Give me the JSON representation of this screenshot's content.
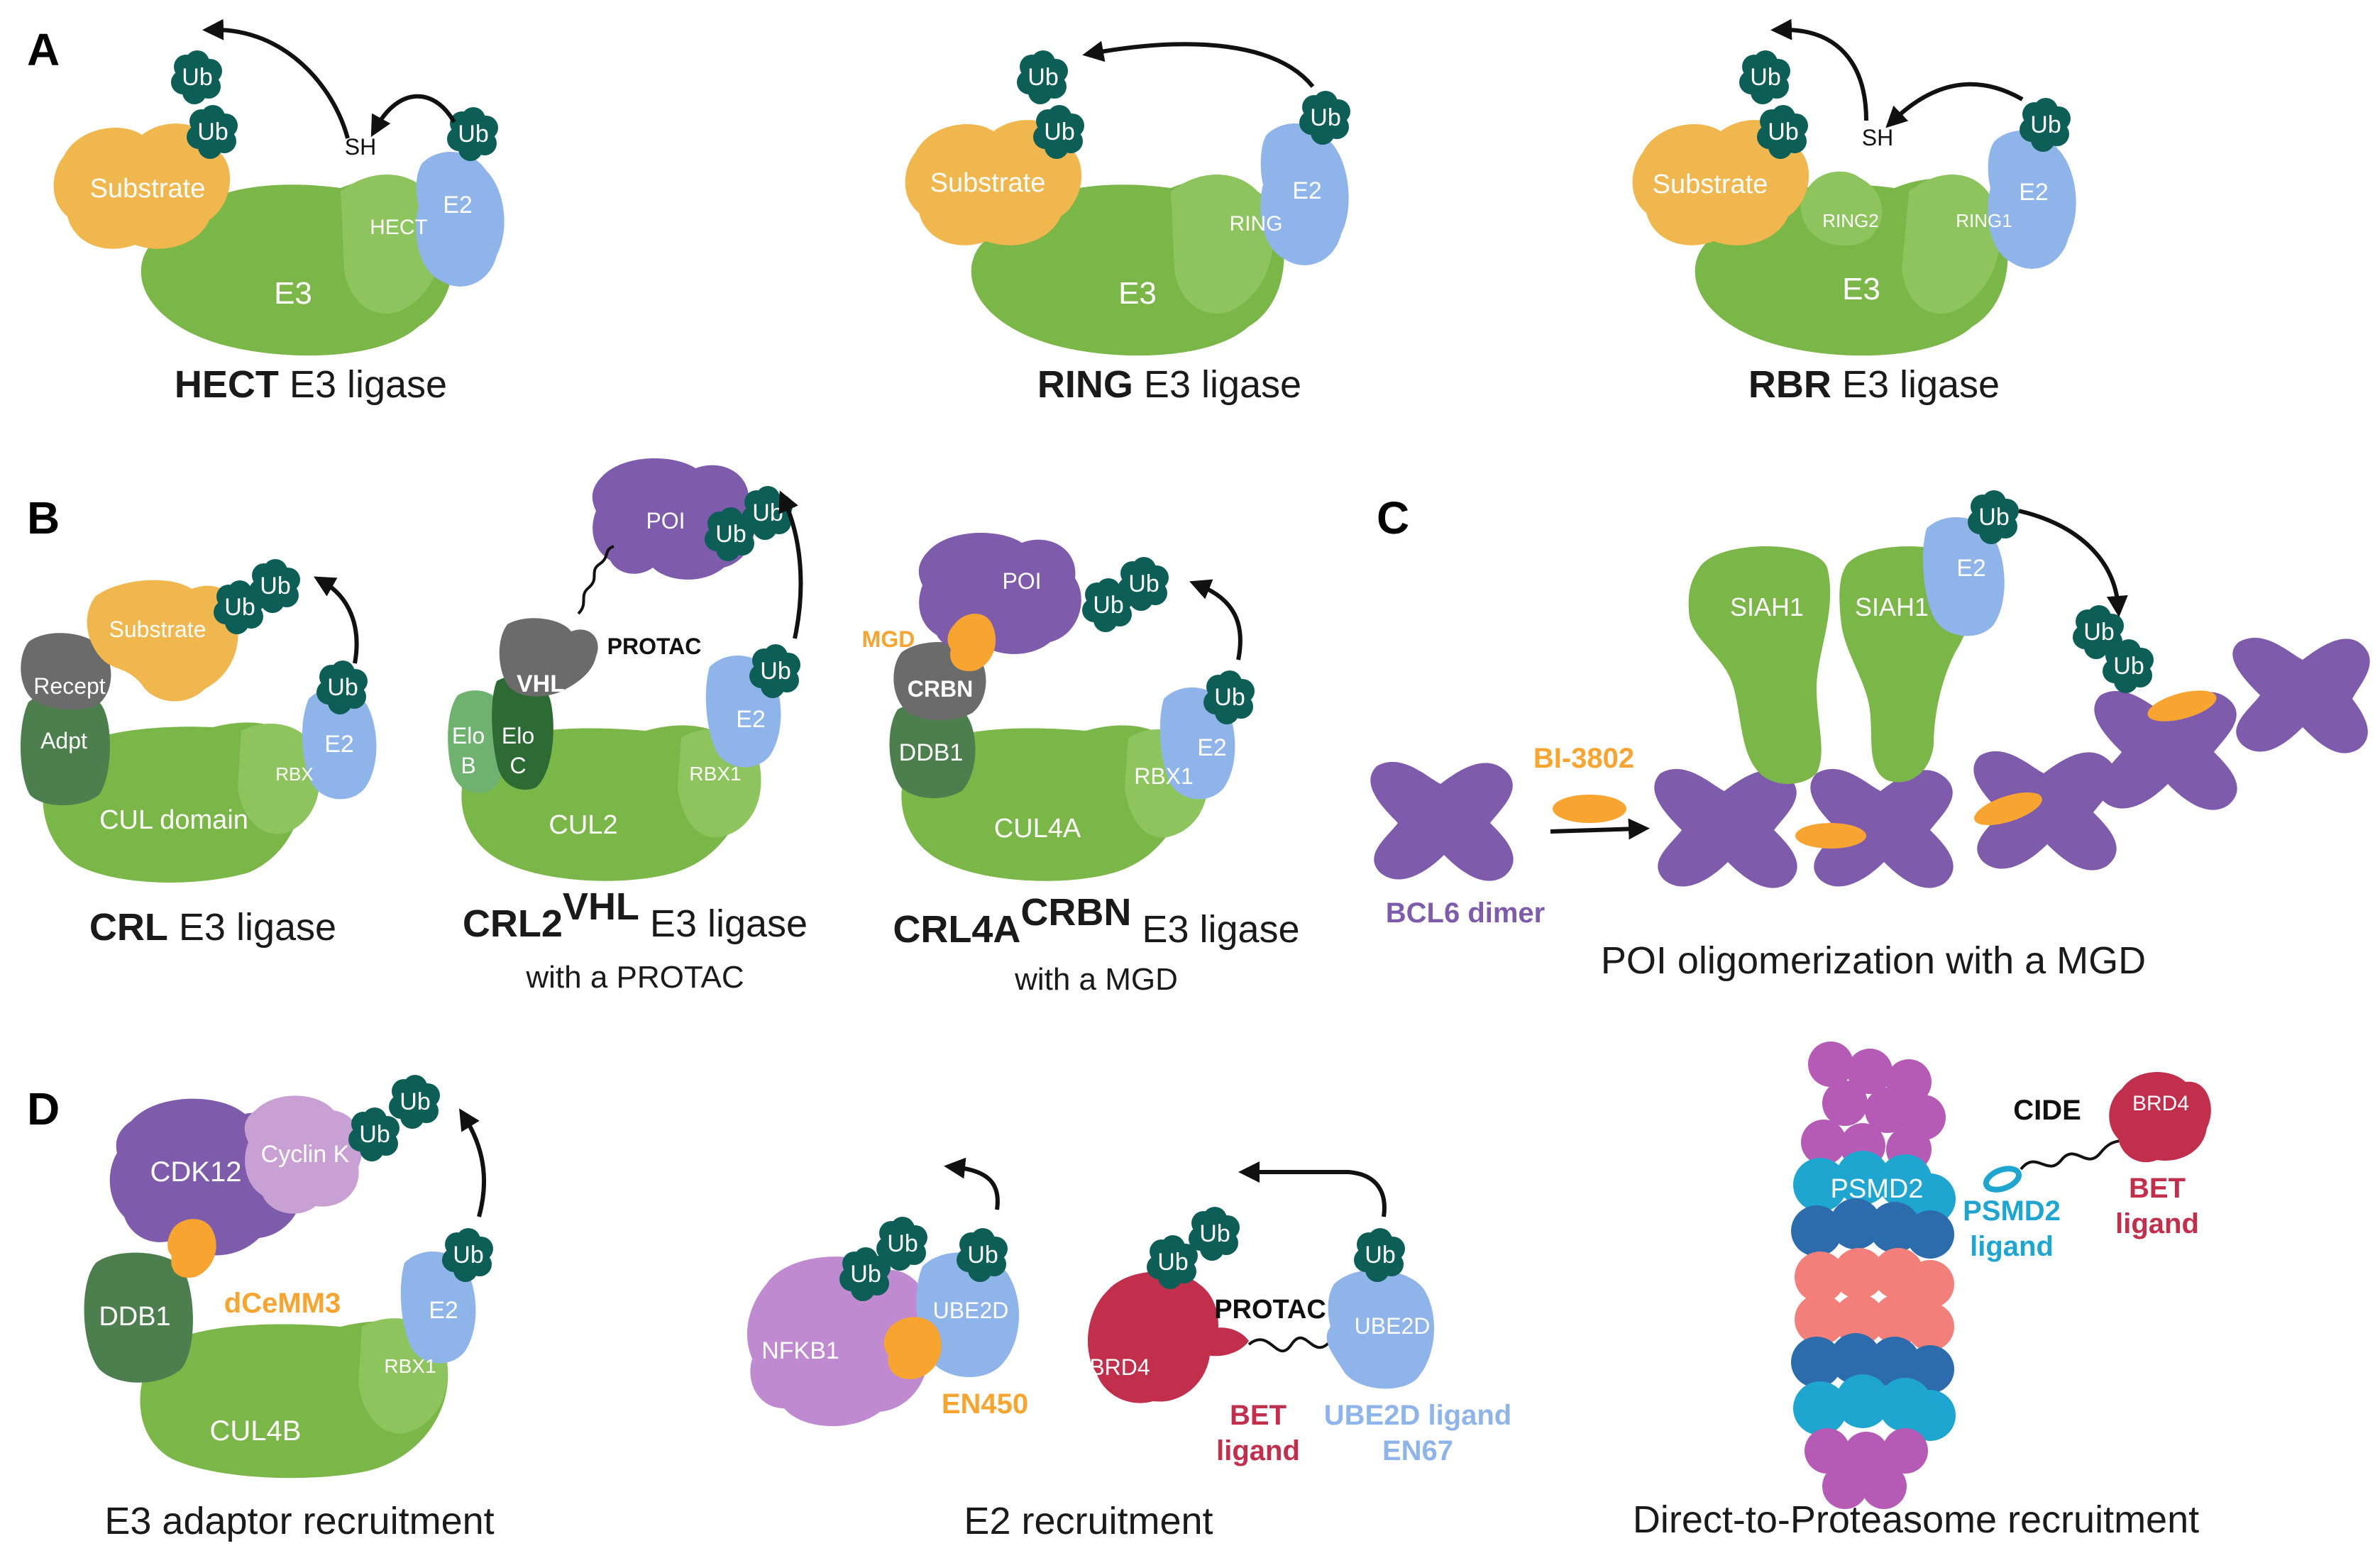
{
  "colors": {
    "e3": "#7ab648",
    "e3_light": "#a8d37f",
    "e2": "#8fb4ea",
    "ub": "#0e5e58",
    "substrate": "#f0b74e",
    "poi": "#7e5bab",
    "orange": "#f7a431",
    "recept": "#6b6b6b",
    "adapter": "#4d7f4e",
    "elo_b": "#6fb270",
    "elo_c": "#2e6b34",
    "nfkb1": "#c08ad1",
    "cyclin": "#c9a0d4",
    "brd4": "#c22f4d",
    "prot_magenta": "#b55bb6",
    "prot_cyan": "#1ea5d0",
    "prot_blue": "#2d6cac",
    "prot_salmon": "#f37f7a"
  },
  "icons": [
    "ubiquitin-icon",
    "arrow-icon"
  ],
  "panels": {
    "A": {
      "letter": "A",
      "hect": {
        "ub": "Ub",
        "sh": "SH",
        "substrate": "Substrate",
        "e2": "E2",
        "domain": "HECT",
        "e3": "E3",
        "caption_bold": "HECT",
        "caption_rest": " E3 ligase"
      },
      "ring": {
        "ub": "Ub",
        "substrate": "Substrate",
        "e2": "E2",
        "domain": "RING",
        "e3": "E3",
        "caption_bold": "RING",
        "caption_rest": " E3 ligase"
      },
      "rbr": {
        "ub": "Ub",
        "sh": "SH",
        "substrate": "Substrate",
        "e2": "E2",
        "domain1": "RING1",
        "domain2": "RING2",
        "e3": "E3",
        "caption_bold": "RBR",
        "caption_rest": " E3 ligase"
      }
    },
    "B": {
      "letter": "B",
      "crl": {
        "ub": "Ub",
        "substrate": "Substrate",
        "recept": "Recept",
        "adpt": "Adpt",
        "rbx": "RBX",
        "e2": "E2",
        "cul": "CUL domain",
        "caption_bold": "CRL",
        "caption_rest": " E3 ligase"
      },
      "crl2": {
        "ub": "Ub",
        "poi": "POI",
        "protac": "PROTAC",
        "vhl": "VHL",
        "elo_b_1": "Elo",
        "elo_b_2": "B",
        "elo_c_1": "Elo",
        "elo_c_2": "C",
        "rbx": "RBX1",
        "e2": "E2",
        "cul": "CUL2",
        "caption_bold": "CRL2",
        "caption_sup": "VHL",
        "caption_rest": " E3 ligase",
        "subcaption": "with a PROTAC"
      },
      "crl4": {
        "ub": "Ub",
        "poi": "POI",
        "mgd": "MGD",
        "crbn": "CRBN",
        "ddb1": "DDB1",
        "rbx": "RBX1",
        "e2": "E2",
        "cul": "CUL4A",
        "caption_bold": "CRL4A",
        "caption_sup": "CRBN",
        "caption_rest": " E3 ligase",
        "subcaption": "with a MGD"
      }
    },
    "C": {
      "letter": "C",
      "ub": "Ub",
      "siah1_left": "SIAH1",
      "siah1_right": "SIAH1",
      "e2": "E2",
      "compound": "BI-3802",
      "dimer": "BCL6 dimer",
      "caption": "POI oligomerization with a MGD"
    },
    "D": {
      "letter": "D",
      "adaptor": {
        "ub": "Ub",
        "cdk12": "CDK12",
        "cyclin": "Cyclin K",
        "ddb1": "DDB1",
        "compound": "dCeMM3",
        "rbx": "RBX1",
        "e2": "E2",
        "cul": "CUL4B",
        "caption": "E3 adaptor recruitment"
      },
      "e2rec": {
        "ub": "Ub",
        "nfkb1": "NFKB1",
        "ube2d": "UBE2D",
        "en450": "EN450",
        "brd4": "BRD4",
        "protac": "PROTAC",
        "bet1": "BET",
        "bet2": "ligand",
        "ube2d_lig1": "UBE2D ligand",
        "ube2d_lig2": "EN67",
        "caption": "E2 recruitment"
      },
      "proteasome": {
        "psmd2": "PSMD2",
        "cide": "CIDE",
        "brd4": "BRD4",
        "psmd2_lig1": "PSMD2",
        "psmd2_lig2": "ligand",
        "bet1": "BET",
        "bet2": "ligand",
        "caption": "Direct-to-Proteasome recruitment"
      }
    }
  }
}
